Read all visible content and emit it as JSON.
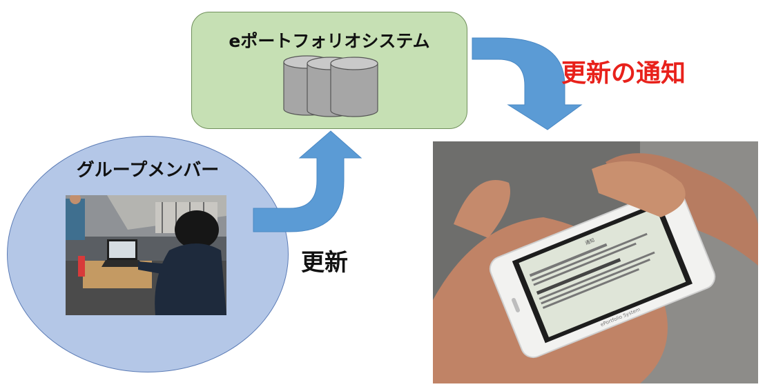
{
  "system": {
    "title": "eポートフォリオシステム",
    "icon": "database-icon",
    "box_color": "#c6e0b4"
  },
  "members": {
    "title": "グループメンバー",
    "ellipse_color": "#b4c7e7",
    "photo": "person-at-laptop-photo"
  },
  "labels": {
    "update": "更新",
    "notification": "更新の通知",
    "notification_color": "#e8211b"
  },
  "phone": {
    "photo": "smartphone-in-hand-photo",
    "screen_header": "通知",
    "screen_footer": "ePortfolio System"
  },
  "arrow_color": "#5b9bd5"
}
